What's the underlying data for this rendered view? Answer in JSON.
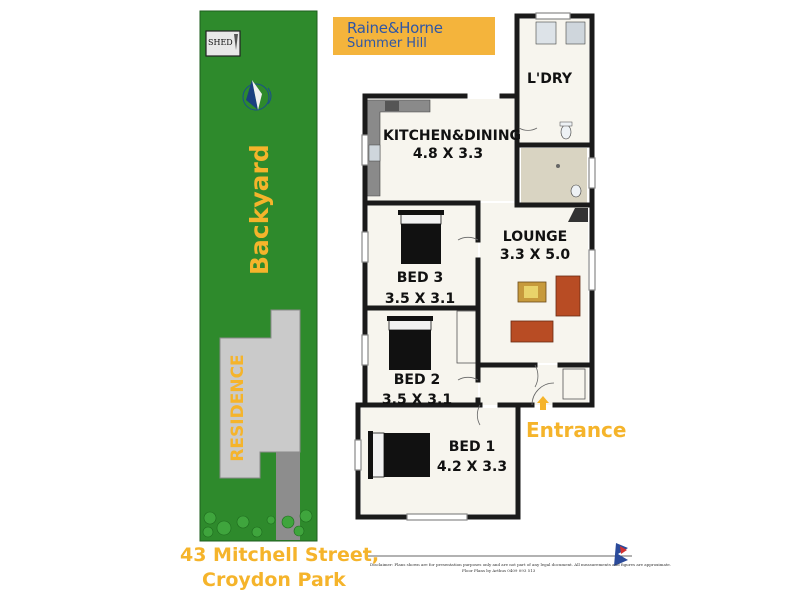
{
  "brand": {
    "name": "Raine&Horne",
    "branch": "Summer Hill"
  },
  "site": {
    "backyard": "Backyard",
    "residence": "RESIDENCE",
    "shed": "SHED"
  },
  "rooms": {
    "laundry": {
      "name": "L'DRY"
    },
    "kitchen": {
      "name": "KITCHEN&DINING",
      "size": "4.8 X 3.3"
    },
    "lounge": {
      "name": "LOUNGE",
      "size": "3.3 X 5.0"
    },
    "bed3": {
      "name": "BED 3",
      "size": "3.5 X 3.1"
    },
    "bed2": {
      "name": "BED 2",
      "size": "3.5 X 3.1"
    },
    "bed1": {
      "name": "BED 1",
      "size": "4.2 X 3.3"
    }
  },
  "entrance": "Entrance",
  "address": {
    "line1": "43 Mitchell Street,",
    "line2": "Croydon Park"
  },
  "disclaimer": {
    "line1": "Disclaimer: Plans shown are for presentation purposes only and are not part of any legal document. All measurements and figures are approximate.",
    "line2": "Floor Plans by Arthus  0409 093 513"
  },
  "colors": {
    "lawn": "#2e8a2c",
    "residence": "#c8c8c8",
    "accent": "#f5b42b",
    "brand_bg": "#f4b43c",
    "brand_text": "#2e56a6",
    "floor": "#f7f5ee",
    "wall": "#1a1a1a"
  }
}
